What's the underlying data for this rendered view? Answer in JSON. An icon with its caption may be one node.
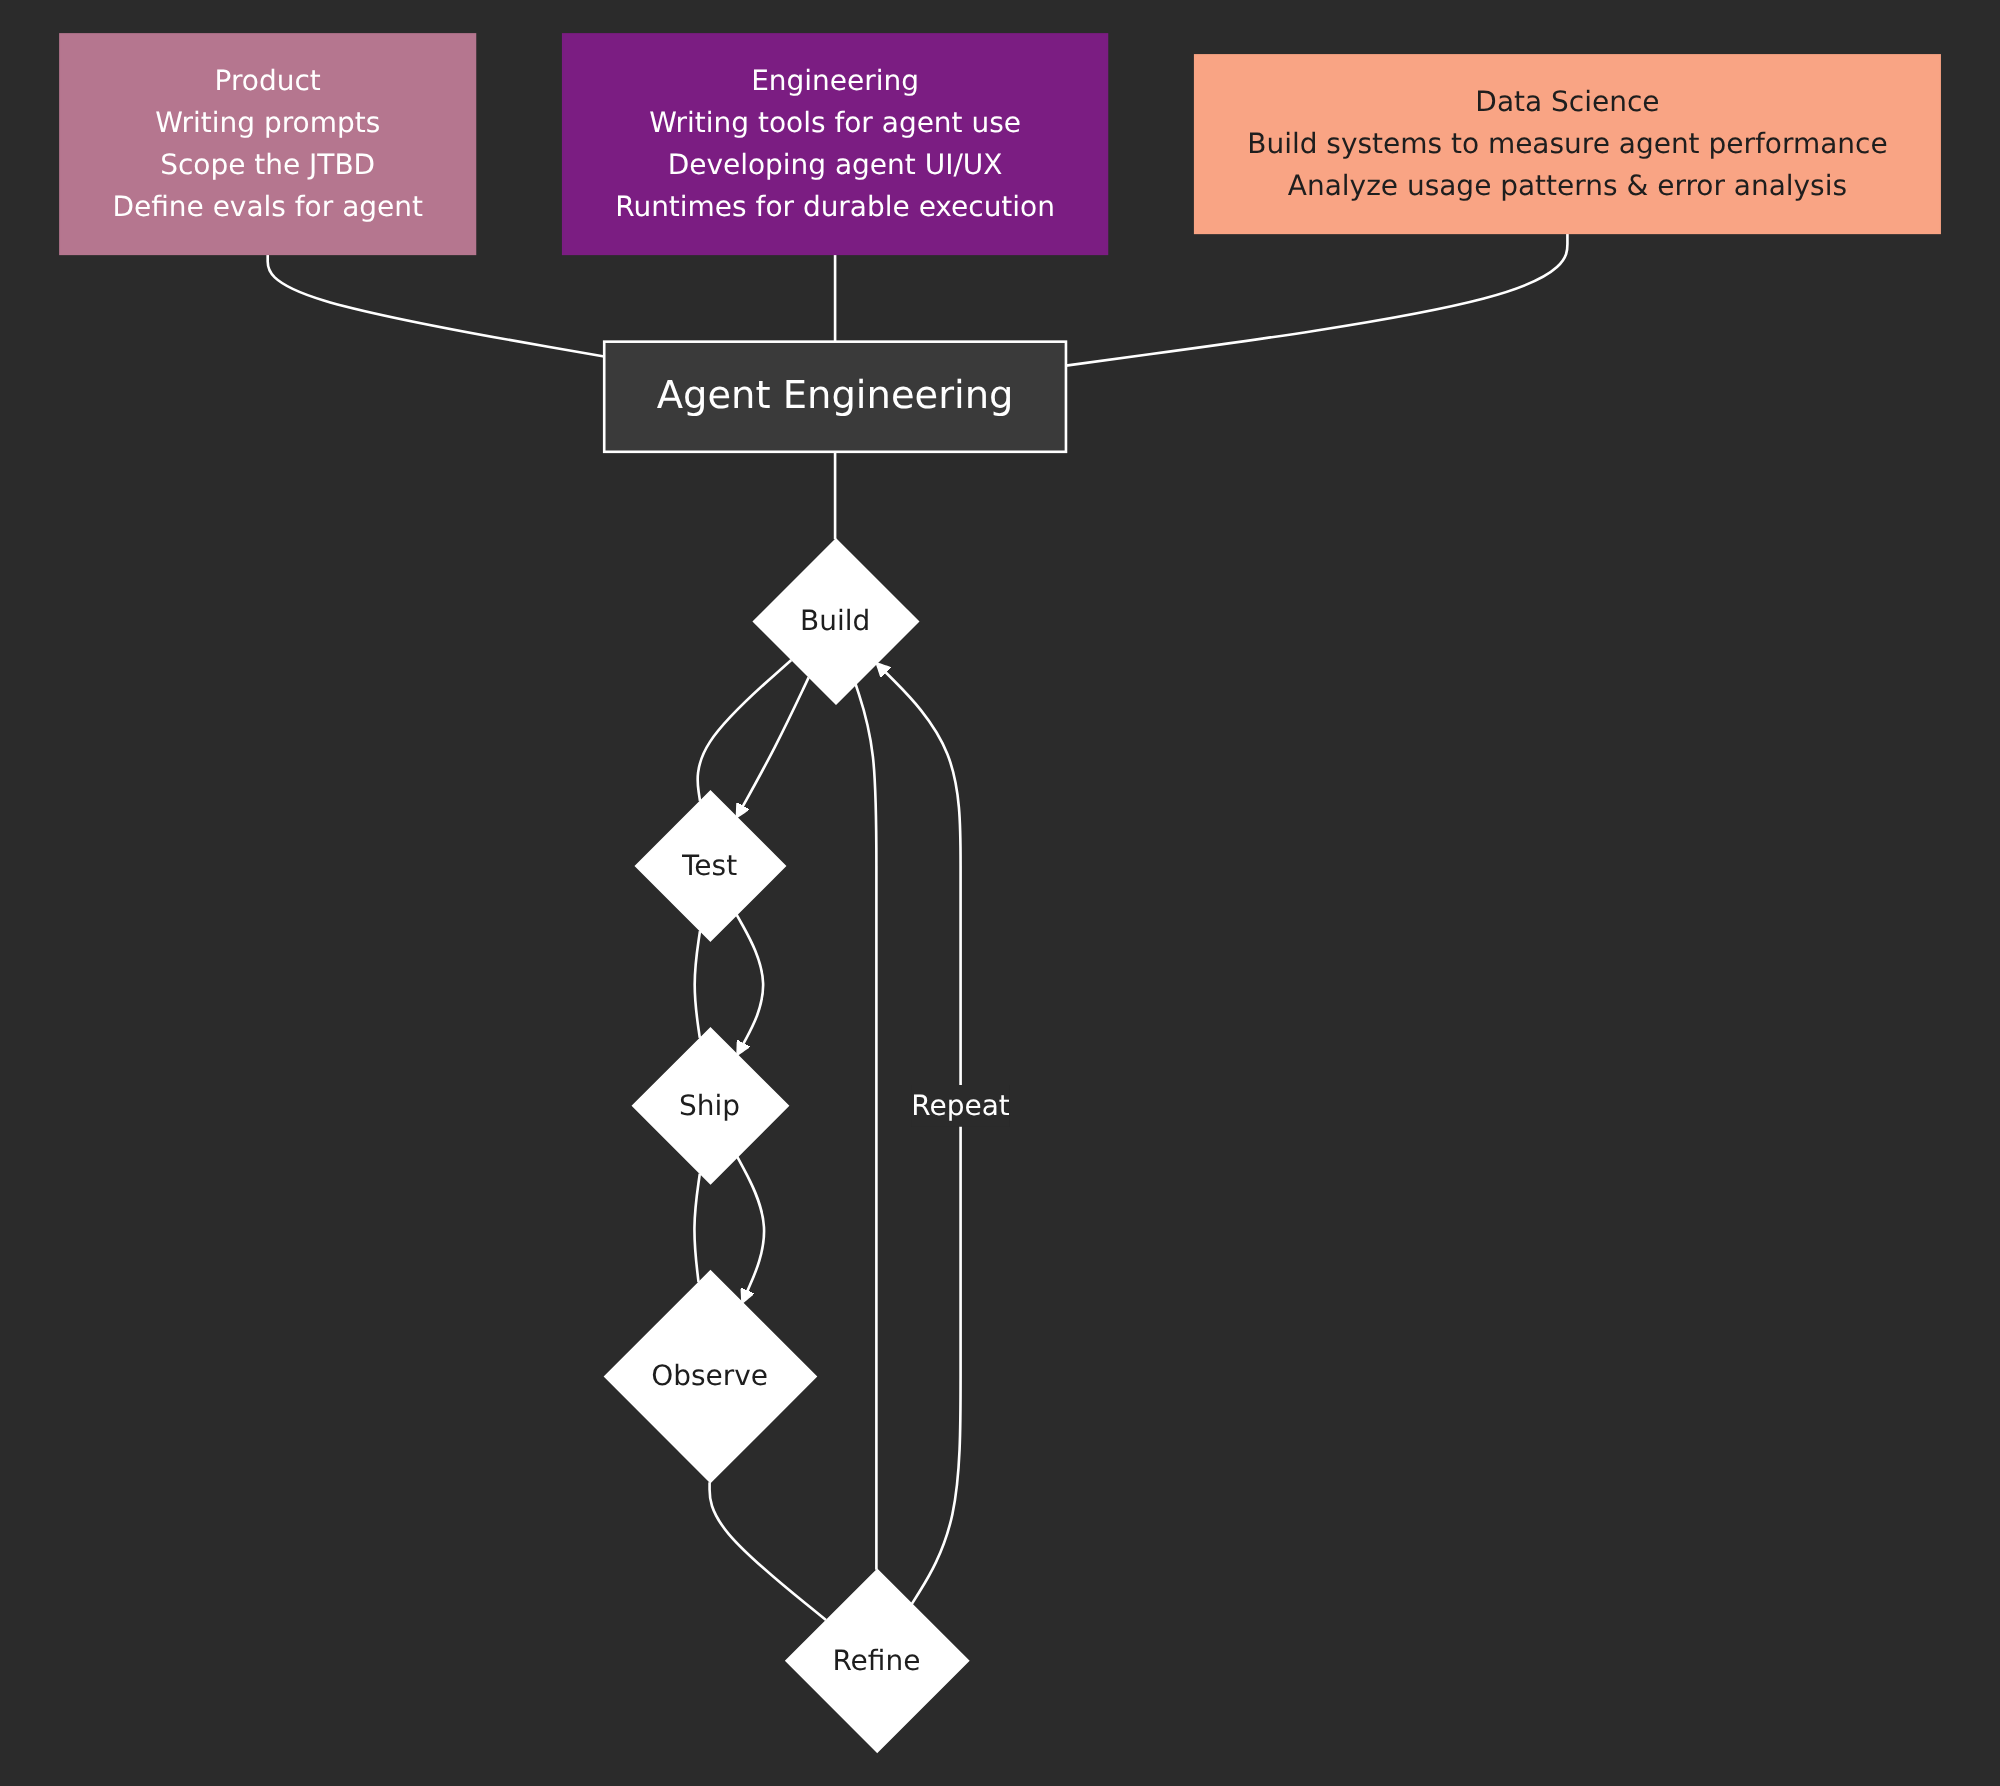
{
  "diagram": {
    "nodes": [
      {
        "text": [
          "Product",
          "Writing prompts",
          "Scope the JTBD",
          "Define evals for agent"
        ]
      },
      {
        "text": [
          "Engineering",
          "Writing tools for agent use",
          "Developing agent UI/UX",
          "Runtimes for durable execution"
        ]
      },
      {
        "text": [
          "Data Science",
          "Build systems to measure agent performance",
          "Analyze usage patterns & error analysis"
        ]
      },
      {
        "text": [
          "Agent Engineering"
        ]
      },
      {
        "text": [
          "Build"
        ]
      },
      {
        "text": [
          "Test"
        ]
      },
      {
        "text": [
          "Ship"
        ]
      },
      {
        "text": [
          "Observe"
        ]
      },
      {
        "text": [
          "Refine"
        ]
      }
    ],
    "edges": [
      {
        "from": 0,
        "to": 3,
        "arrow": "none"
      },
      {
        "from": 1,
        "to": 3,
        "arrow": "none"
      },
      {
        "from": 2,
        "to": 3,
        "arrow": "none"
      },
      {
        "from": 3,
        "to": 4,
        "arrow": "none"
      },
      {
        "from": 4,
        "to": 5,
        "arrow": "none"
      },
      {
        "from": 5,
        "to": 6,
        "arrow": "none"
      },
      {
        "from": 6,
        "to": 7,
        "arrow": "none"
      },
      {
        "from": 7,
        "to": 8,
        "arrow": "none"
      },
      {
        "from": 8,
        "to": 4,
        "arrow": "none"
      },
      {
        "from": 4,
        "to": 5,
        "arrow": "to"
      },
      {
        "from": 5,
        "to": 6,
        "arrow": "to"
      },
      {
        "from": 6,
        "to": 7,
        "arrow": "to"
      },
      {
        "from": 8,
        "to": 4,
        "arrow": "to",
        "label": "Repeat"
      }
    ]
  }
}
